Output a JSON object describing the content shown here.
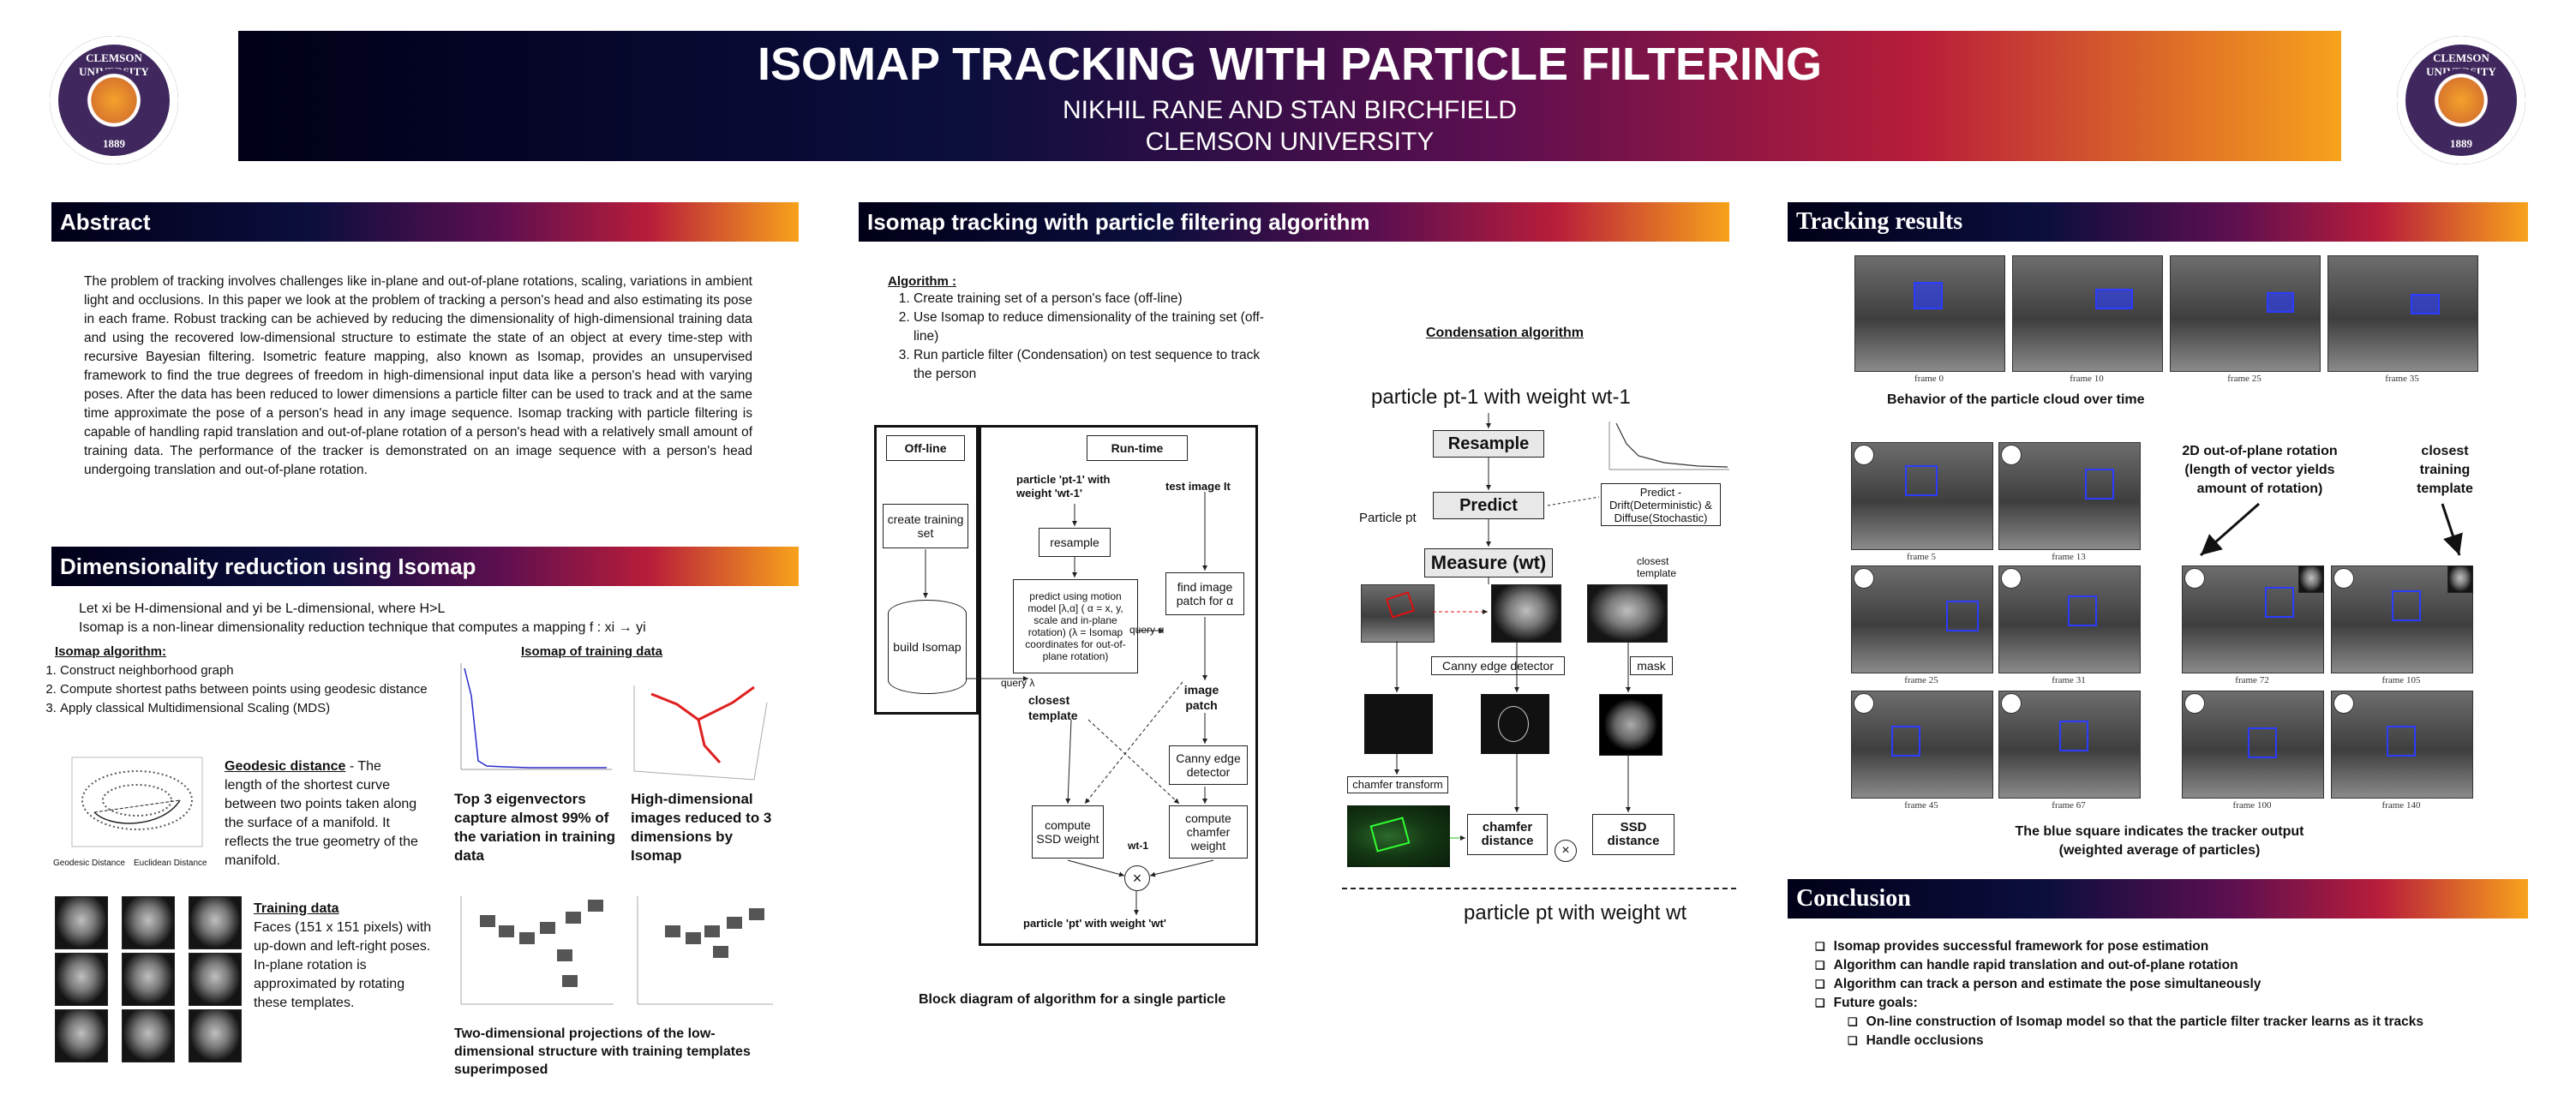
{
  "header": {
    "title": "ISOMAP TRACKING WITH PARTICLE FILTERING",
    "authors": "NIKHIL RANE AND STAN BIRCHFIELD",
    "affiliation": "CLEMSON UNIVERSITY"
  },
  "logo": {
    "university": "CLEMSON UNIVERSITY",
    "year": "1889"
  },
  "abstract": {
    "heading": "Abstract",
    "body": "The problem of tracking involves challenges like in-plane and out-of-plane rotations, scaling, variations in ambient light and occlusions. In this paper we look at the problem of tracking a person's head and also estimating its pose in each frame. Robust tracking can be achieved by reducing the dimensionality of high-dimensional training data and using the recovered low-dimensional structure to estimate the state of an object at every time-step with recursive Bayesian filtering. Isometric feature mapping, also known as Isomap, provides an unsupervised framework to find the true degrees of freedom in high-dimensional input data like a person's head with varying poses. After the data has been reduced to lower dimensions a particle filter can be used to track and at the same time approximate the pose of a person's head in any image sequence. Isomap tracking with particle filtering is capable of handling rapid translation and out-of-plane rotation of a person's head with a relatively small amount of training data. The performance of the tracker is demonstrated on an image sequence with a person's head undergoing translation and out-of-plane rotation."
  },
  "dimred": {
    "heading": "Dimensionality reduction using Isomap",
    "intro1": "Let xi be H-dimensional and yi be L-dimensional, where H>L",
    "intro2": "Isomap is a non-linear dimensionality reduction technique that computes a mapping f : xi → yi",
    "algo_title": "Isomap algorithm:",
    "algo_steps": [
      "Construct neighborhood graph",
      "Compute shortest paths between points using geodesic distance",
      "Apply classical Multidimensional Scaling (MDS)"
    ],
    "training_title": "Isomap of training data",
    "geo_title": "Geodesic distance",
    "geo_body": " - The length of the shortest curve between two points taken along the surface of a manifold. It reflects the true geometry of the manifold.",
    "geo_label1": "Geodesic Distance",
    "geo_label2": "Euclidean Distance",
    "eigen_caption": "Top 3 eigenvectors capture almost 99% of the variation in training data",
    "highdim_caption": "High-dimensional images reduced to 3 dimensions by Isomap",
    "train_title": "Training data",
    "train_body": "Faces (151 x 151 pixels) with up-down and left-right poses.  In-plane rotation is approximated by rotating these templates.",
    "proj_caption": "Two-dimensional projections of the low-dimensional structure with training templates superimposed"
  },
  "algo_section": {
    "heading": "Isomap tracking with particle filtering algorithm",
    "algo_title": "Algorithm :",
    "steps": [
      "Create training set of a person's face (off-line)",
      "Use Isomap to reduce dimensionality of the training set (off-line)",
      "Run particle filter (Condensation) on test sequence to track the person"
    ],
    "offline_label": "Off-line",
    "runtime_label": "Run-time",
    "create_set": "create training set",
    "build_isomap": "build Isomap",
    "particle_in": "particle 'pt-1' with weight 'wt-1'",
    "test_image": "test image It",
    "resample": "resample",
    "predict_box": "predict using motion model [λ,α] ( α = x, y, scale and in-plane rotation) (λ = Isomap coordinates for out-of-plane rotation)",
    "find_patch": "find image patch for α",
    "query_alpha": "query α",
    "query_lambda": "query λ",
    "closest_template": "closest template",
    "image_patch": "image patch",
    "canny": "Canny edge detector",
    "ssd_weight": "compute SSD weight",
    "chamfer_weight": "compute chamfer weight",
    "w_label": "wt-1",
    "particle_out": "particle 'pt' with weight 'wt'",
    "block_caption": "Block diagram of algorithm for a single particle",
    "cond_title": "Condensation algorithm",
    "cond_in": "particle pt-1 with weight wt-1",
    "cond_resample": "Resample",
    "cond_predict": "Predict",
    "cond_predict_note": "Predict - Drift(Deterministic) & Diffuse(Stochastic)",
    "cond_particle": "Particle pt",
    "cond_measure": "Measure (wt)",
    "cond_closest": "closest template",
    "cond_canny": "Canny edge detector",
    "cond_mask": "mask",
    "cond_chamfer_t": "chamfer transform",
    "cond_chamfer_d": "chamfer distance",
    "cond_ssd_d": "SSD distance",
    "cond_out": "particle pt with weight wt"
  },
  "results": {
    "heading": "Tracking results",
    "frames_top": [
      "frame 0",
      "frame 10",
      "frame 25",
      "frame 35"
    ],
    "cloud_caption": "Behavior of the particle cloud over time",
    "rot_note": "2D out-of-plane rotation (length of vector yields amount of rotation)",
    "closest_note": "closest training template",
    "grid_frames": [
      "frame 5",
      "frame 13",
      "frame 25",
      "frame 31",
      "frame 72",
      "frame 105",
      "frame 45",
      "frame 67",
      "frame 100",
      "frame 140"
    ],
    "blue_caption": "The blue square indicates the tracker output (weighted average of particles)"
  },
  "conclusion": {
    "heading": "Conclusion",
    "items": [
      "Isomap provides successful framework for pose estimation",
      "Algorithm can handle rapid translation and out-of-plane rotation",
      "Algorithm can track a person and estimate the pose simultaneously",
      "Future goals:"
    ],
    "sub_items": [
      "On-line construction of Isomap model so that the particle filter tracker learns as it tracks",
      "Handle occlusions"
    ]
  },
  "colors": {
    "banner_start": "#000018",
    "banner_mid": "#5d0f50",
    "banner_end": "#f7a21c",
    "tracker_box": "#2b3cff"
  }
}
